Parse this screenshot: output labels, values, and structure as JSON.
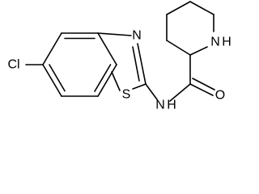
{
  "molecule": {
    "atoms": {
      "chlorine": "Cl",
      "thiazole_nitrogen": "N",
      "sulfur": "S",
      "amide_nitrogen": "N",
      "amide_hydrogen": "H",
      "oxygen": "O",
      "piperidine_nitrogen": "N",
      "piperidine_hydrogen": "H"
    }
  }
}
